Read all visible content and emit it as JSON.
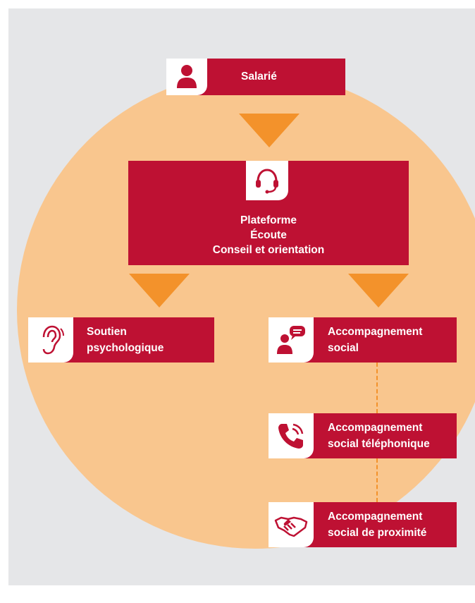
{
  "nodes": {
    "salarie": {
      "label": "Salarié",
      "icon": "person-icon"
    },
    "plateforme": {
      "lines": [
        "Plateforme",
        "Écoute",
        "Conseil et orientation"
      ],
      "icon": "headset-icon"
    },
    "soutien": {
      "lines": [
        "Soutien",
        "psychologique"
      ],
      "icon": "ear-icon"
    },
    "accompagnement": {
      "lines": [
        "Accompagnement",
        "social"
      ],
      "icon": "chat-user-icon"
    },
    "telephonique": {
      "lines": [
        "Accompagnement",
        "social téléphonique"
      ],
      "icon": "phone-icon"
    },
    "proximite": {
      "lines": [
        "Accompagnement",
        "social de proximité"
      ],
      "icon": "handshake-icon"
    }
  },
  "colors": {
    "box": "#be1133",
    "arrow": "#f3922b",
    "circle": "#f9c68e",
    "panel": "#e5e6e8"
  }
}
